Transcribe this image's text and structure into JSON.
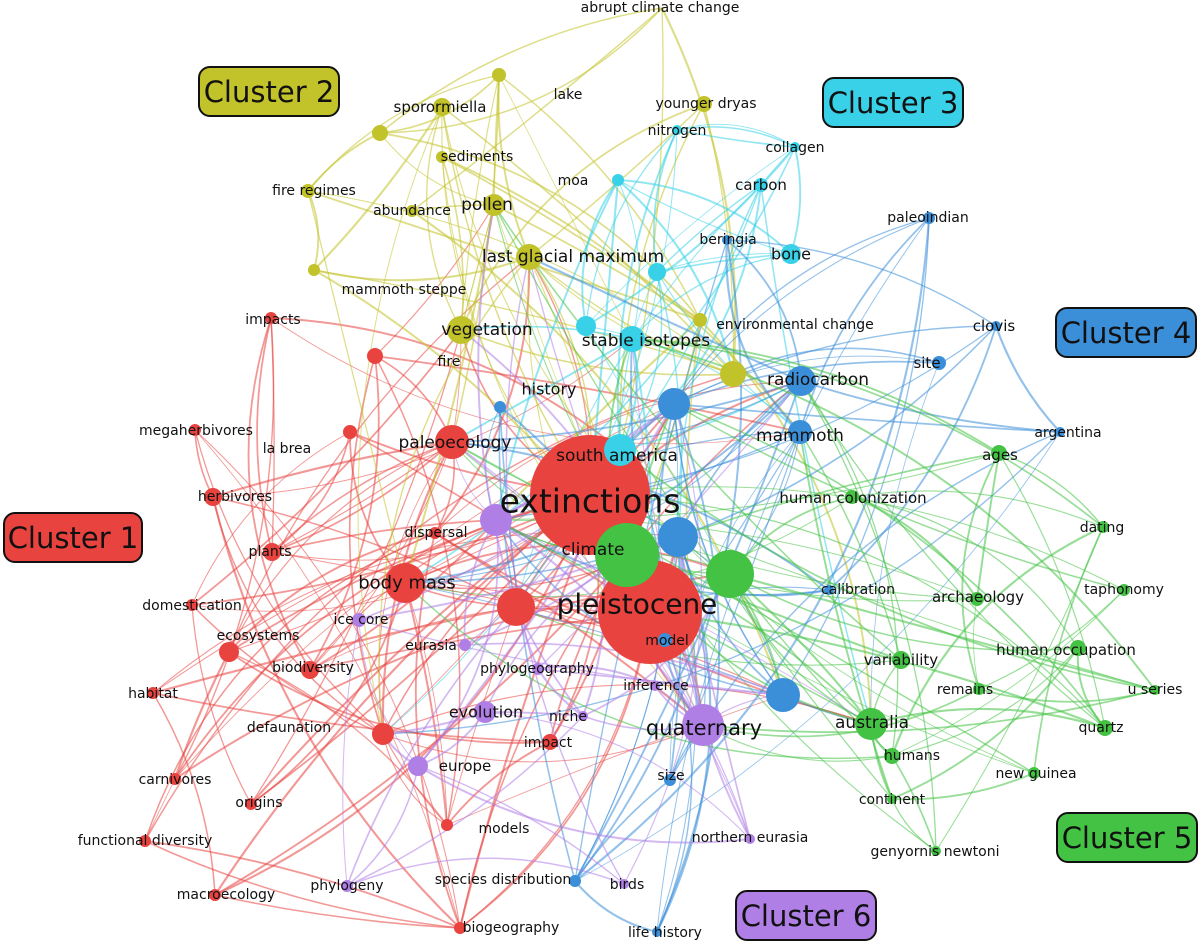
{
  "cluster_colors": {
    "c1": "#e8433f",
    "c2": "#c2c22a",
    "c3": "#38d1e8",
    "c4": "#3b8ed8",
    "c5": "#44c244",
    "c6": "#b07fe6"
  },
  "clusters": [
    {
      "id": "c1",
      "label": "Cluster 1"
    },
    {
      "id": "c2",
      "label": "Cluster 2"
    },
    {
      "id": "c3",
      "label": "Cluster 3"
    },
    {
      "id": "c4",
      "label": "Cluster 4"
    },
    {
      "id": "c5",
      "label": "Cluster 5"
    },
    {
      "id": "c6",
      "label": "Cluster 6"
    }
  ],
  "nodes": [
    {
      "id": "extinctions",
      "label": "extinctions",
      "cluster": "c1"
    },
    {
      "id": "pleistocene",
      "label": "pleistocene",
      "cluster": "c1"
    },
    {
      "id": "body-mass",
      "label": "body mass",
      "cluster": "c1"
    },
    {
      "id": "paleoecology",
      "label": "paleoecology",
      "cluster": "c1"
    },
    {
      "id": "herbivores",
      "label": "herbivores",
      "cluster": "c1"
    },
    {
      "id": "plants",
      "label": "plants",
      "cluster": "c1"
    },
    {
      "id": "megaherbivores",
      "label": "megaherbivores",
      "cluster": "c1"
    },
    {
      "id": "la-brea",
      "label": "la brea",
      "cluster": "c1"
    },
    {
      "id": "impacts",
      "label": "impacts",
      "cluster": "c1"
    },
    {
      "id": "fire",
      "label": "fire",
      "cluster": "c1"
    },
    {
      "id": "dispersal",
      "label": "dispersal",
      "cluster": "c1"
    },
    {
      "id": "domestication",
      "label": "domestication",
      "cluster": "c1"
    },
    {
      "id": "ecosystems",
      "label": "ecosystems",
      "cluster": "c1"
    },
    {
      "id": "biodiversity",
      "label": "biodiversity",
      "cluster": "c1"
    },
    {
      "id": "habitat",
      "label": "habitat",
      "cluster": "c1"
    },
    {
      "id": "defaunation",
      "label": "defaunation",
      "cluster": "c1"
    },
    {
      "id": "carnivores",
      "label": "carnivores",
      "cluster": "c1"
    },
    {
      "id": "origins",
      "label": "origins",
      "cluster": "c1"
    },
    {
      "id": "functional-diversity",
      "label": "functional diversity",
      "cluster": "c1"
    },
    {
      "id": "macroecology",
      "label": "macroecology",
      "cluster": "c1"
    },
    {
      "id": "impact",
      "label": "impact",
      "cluster": "c1"
    },
    {
      "id": "biogeography",
      "label": "biogeography",
      "cluster": "c1"
    },
    {
      "id": "models",
      "label": "models",
      "cluster": "c1"
    },
    {
      "id": "c1-hub",
      "label": "",
      "cluster": "c1"
    },
    {
      "id": "sporormiella",
      "label": "sporormiella",
      "cluster": "c2"
    },
    {
      "id": "lake",
      "label": "lake",
      "cluster": "c2"
    },
    {
      "id": "younger-dryas",
      "label": "younger dryas",
      "cluster": "c2"
    },
    {
      "id": "abrupt-climate-change",
      "label": "abrupt climate change",
      "cluster": "c2"
    },
    {
      "id": "sediments",
      "label": "sediments",
      "cluster": "c2"
    },
    {
      "id": "fire-regimes",
      "label": "fire regimes",
      "cluster": "c2"
    },
    {
      "id": "abundance",
      "label": "abundance",
      "cluster": "c2"
    },
    {
      "id": "pollen",
      "label": "pollen",
      "cluster": "c2"
    },
    {
      "id": "last-glacial-maximum",
      "label": "last glacial maximum",
      "cluster": "c2"
    },
    {
      "id": "mammoth-steppe",
      "label": "mammoth steppe",
      "cluster": "c2"
    },
    {
      "id": "vegetation",
      "label": "vegetation",
      "cluster": "c2"
    },
    {
      "id": "environmental-change",
      "label": "environmental change",
      "cluster": "c2"
    },
    {
      "id": "c2-hub",
      "label": "",
      "cluster": "c2"
    },
    {
      "id": "c2-small",
      "label": "",
      "cluster": "c2"
    },
    {
      "id": "nitrogen",
      "label": "nitrogen",
      "cluster": "c3"
    },
    {
      "id": "collagen",
      "label": "collagen",
      "cluster": "c3"
    },
    {
      "id": "carbon",
      "label": "carbon",
      "cluster": "c3"
    },
    {
      "id": "moa",
      "label": "moa",
      "cluster": "c3"
    },
    {
      "id": "bone",
      "label": "bone",
      "cluster": "c3"
    },
    {
      "id": "stable-isotopes",
      "label": "stable isotopes",
      "cluster": "c3"
    },
    {
      "id": "south-america",
      "label": "south america",
      "cluster": "c3"
    },
    {
      "id": "c3-small",
      "label": "",
      "cluster": "c3"
    },
    {
      "id": "c3-small2",
      "label": "",
      "cluster": "c3"
    },
    {
      "id": "paleoindian",
      "label": "paleoindian",
      "cluster": "c4"
    },
    {
      "id": "beringia",
      "label": "beringia",
      "cluster": "c4"
    },
    {
      "id": "clovis",
      "label": "clovis",
      "cluster": "c4"
    },
    {
      "id": "site",
      "label": "site",
      "cluster": "c4"
    },
    {
      "id": "radiocarbon",
      "label": "radiocarbon",
      "cluster": "c4"
    },
    {
      "id": "mammoth",
      "label": "mammoth",
      "cluster": "c4"
    },
    {
      "id": "history",
      "label": "history",
      "cluster": "c4"
    },
    {
      "id": "calibration",
      "label": "calibration",
      "cluster": "c4"
    },
    {
      "id": "model",
      "label": "model",
      "cluster": "c4"
    },
    {
      "id": "size",
      "label": "size",
      "cluster": "c4"
    },
    {
      "id": "species-distribution",
      "label": "species distribution",
      "cluster": "c4"
    },
    {
      "id": "life-history",
      "label": "life history",
      "cluster": "c4"
    },
    {
      "id": "argentina",
      "label": "argentina",
      "cluster": "c4"
    },
    {
      "id": "c4-hub1",
      "label": "",
      "cluster": "c4"
    },
    {
      "id": "c4-hub2",
      "label": "",
      "cluster": "c4"
    },
    {
      "id": "c4-hub3",
      "label": "",
      "cluster": "c4"
    },
    {
      "id": "climate",
      "label": "climate",
      "cluster": "c5"
    },
    {
      "id": "ages",
      "label": "ages",
      "cluster": "c5"
    },
    {
      "id": "human-colonization",
      "label": "human colonization",
      "cluster": "c5"
    },
    {
      "id": "dating",
      "label": "dating",
      "cluster": "c5"
    },
    {
      "id": "taphonomy",
      "label": "taphonomy",
      "cluster": "c5"
    },
    {
      "id": "archaeology",
      "label": "archaeology",
      "cluster": "c5"
    },
    {
      "id": "human-occupation",
      "label": "human occupation",
      "cluster": "c5"
    },
    {
      "id": "variability",
      "label": "variability",
      "cluster": "c5"
    },
    {
      "id": "remains",
      "label": "remains",
      "cluster": "c5"
    },
    {
      "id": "u-series",
      "label": "u series",
      "cluster": "c5"
    },
    {
      "id": "australia",
      "label": "australia",
      "cluster": "c5"
    },
    {
      "id": "quartz",
      "label": "quartz",
      "cluster": "c5"
    },
    {
      "id": "humans",
      "label": "humans",
      "cluster": "c5"
    },
    {
      "id": "new-guinea",
      "label": "new guinea",
      "cluster": "c5"
    },
    {
      "id": "continent",
      "label": "continent",
      "cluster": "c5"
    },
    {
      "id": "genyornis-newtoni",
      "label": "genyornis newtoni",
      "cluster": "c5"
    },
    {
      "id": "c5-hub",
      "label": "",
      "cluster": "c5"
    },
    {
      "id": "quaternary",
      "label": "quaternary",
      "cluster": "c6"
    },
    {
      "id": "ice-core",
      "label": "ice core",
      "cluster": "c6"
    },
    {
      "id": "eurasia",
      "label": "eurasia",
      "cluster": "c6"
    },
    {
      "id": "phylogeography",
      "label": "phylogeography",
      "cluster": "c6"
    },
    {
      "id": "inference",
      "label": "inference",
      "cluster": "c6"
    },
    {
      "id": "evolution",
      "label": "evolution",
      "cluster": "c6"
    },
    {
      "id": "niche",
      "label": "niche",
      "cluster": "c6"
    },
    {
      "id": "europe",
      "label": "europe",
      "cluster": "c6"
    },
    {
      "id": "northern-eurasia",
      "label": "northern eurasia",
      "cluster": "c6"
    },
    {
      "id": "phylogeny",
      "label": "phylogeny",
      "cluster": "c6"
    },
    {
      "id": "birds",
      "label": "birds",
      "cluster": "c6"
    },
    {
      "id": "c6-hub",
      "label": "",
      "cluster": "c6"
    }
  ]
}
